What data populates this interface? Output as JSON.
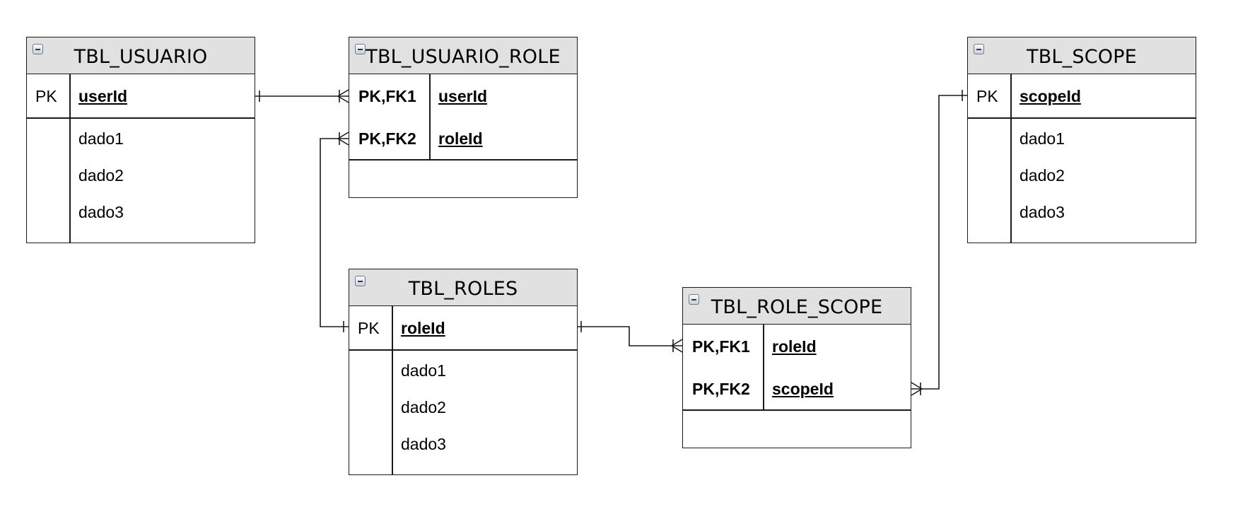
{
  "entities": {
    "tbl_usuario": {
      "title": "TBL_USUARIO",
      "key_label": "PK",
      "key_field": "userId",
      "fields": [
        "dado1",
        "dado2",
        "dado3"
      ]
    },
    "tbl_usuario_role": {
      "title": "TBL_USUARIO_ROLE",
      "keys": [
        "PK,FK1",
        "PK,FK2"
      ],
      "key_fields": [
        "userId",
        "roleId"
      ]
    },
    "tbl_roles": {
      "title": "TBL_ROLES",
      "key_label": "PK",
      "key_field": "roleId",
      "fields": [
        "dado1",
        "dado2",
        "dado3"
      ]
    },
    "tbl_role_scope": {
      "title": "TBL_ROLE_SCOPE",
      "keys": [
        "PK,FK1",
        "PK,FK2"
      ],
      "key_fields": [
        "roleId",
        "scopeId"
      ]
    },
    "tbl_scope": {
      "title": "TBL_SCOPE",
      "key_label": "PK",
      "key_field": "scopeId",
      "fields": [
        "dado1",
        "dado2",
        "dado3"
      ]
    }
  },
  "colors": {
    "header_fill": "#e1e1e1",
    "line": "#1a1a1a"
  }
}
